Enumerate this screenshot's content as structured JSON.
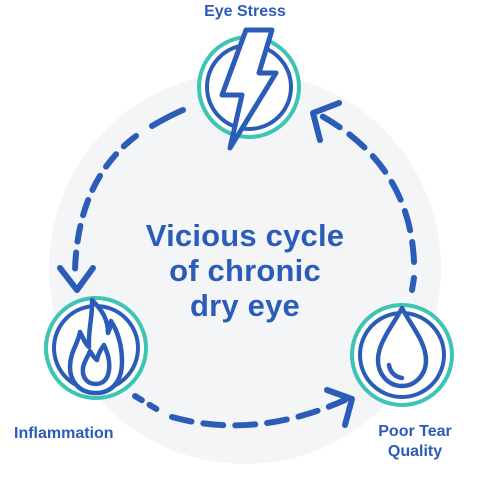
{
  "diagram": {
    "center_title_lines": [
      "Vicious cycle",
      "of chronic",
      "dry eye"
    ],
    "nodes": [
      {
        "id": "eye-stress",
        "label": "Eye Stress",
        "icon": "lightning-bolt-icon"
      },
      {
        "id": "inflammation",
        "label": "Inflammation",
        "icon": "flame-icon"
      },
      {
        "id": "poor-tear-quality",
        "label_lines": [
          "Poor Tear",
          "Quality"
        ],
        "icon": "water-drop-icon"
      }
    ]
  },
  "colors": {
    "primary_blue": "#2a5cb8",
    "teal_ring": "#3cc4b4",
    "background_circle": "#f4f5f7"
  }
}
